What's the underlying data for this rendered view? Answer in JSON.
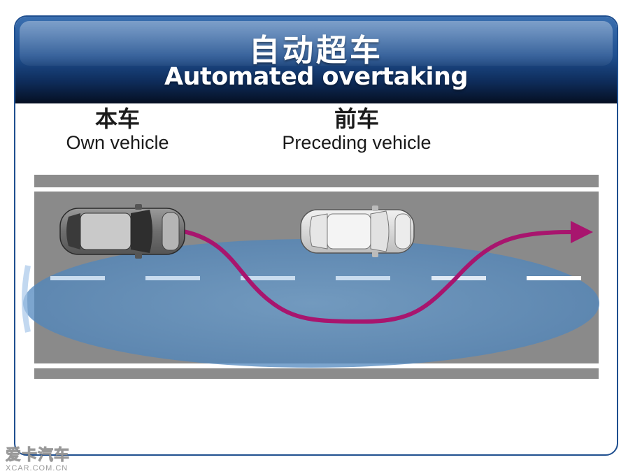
{
  "header": {
    "title_cn": "自动超车",
    "title_en": "Automated overtaking"
  },
  "labels": {
    "own_vehicle_cn": "本车",
    "own_vehicle_en": "Own vehicle",
    "preceding_vehicle_cn": "前车",
    "preceding_vehicle_en": "Preceding vehicle"
  },
  "watermark": {
    "brand_cn": "爱卡汽车",
    "site": "XCAR.COM.CN"
  },
  "colors": {
    "banner": "#1f4f8f",
    "road": "#8a8a8a",
    "lane_marking": "#ffffff",
    "path_arrow": "#a8156e",
    "sensor_zone": "#5b93c8"
  }
}
